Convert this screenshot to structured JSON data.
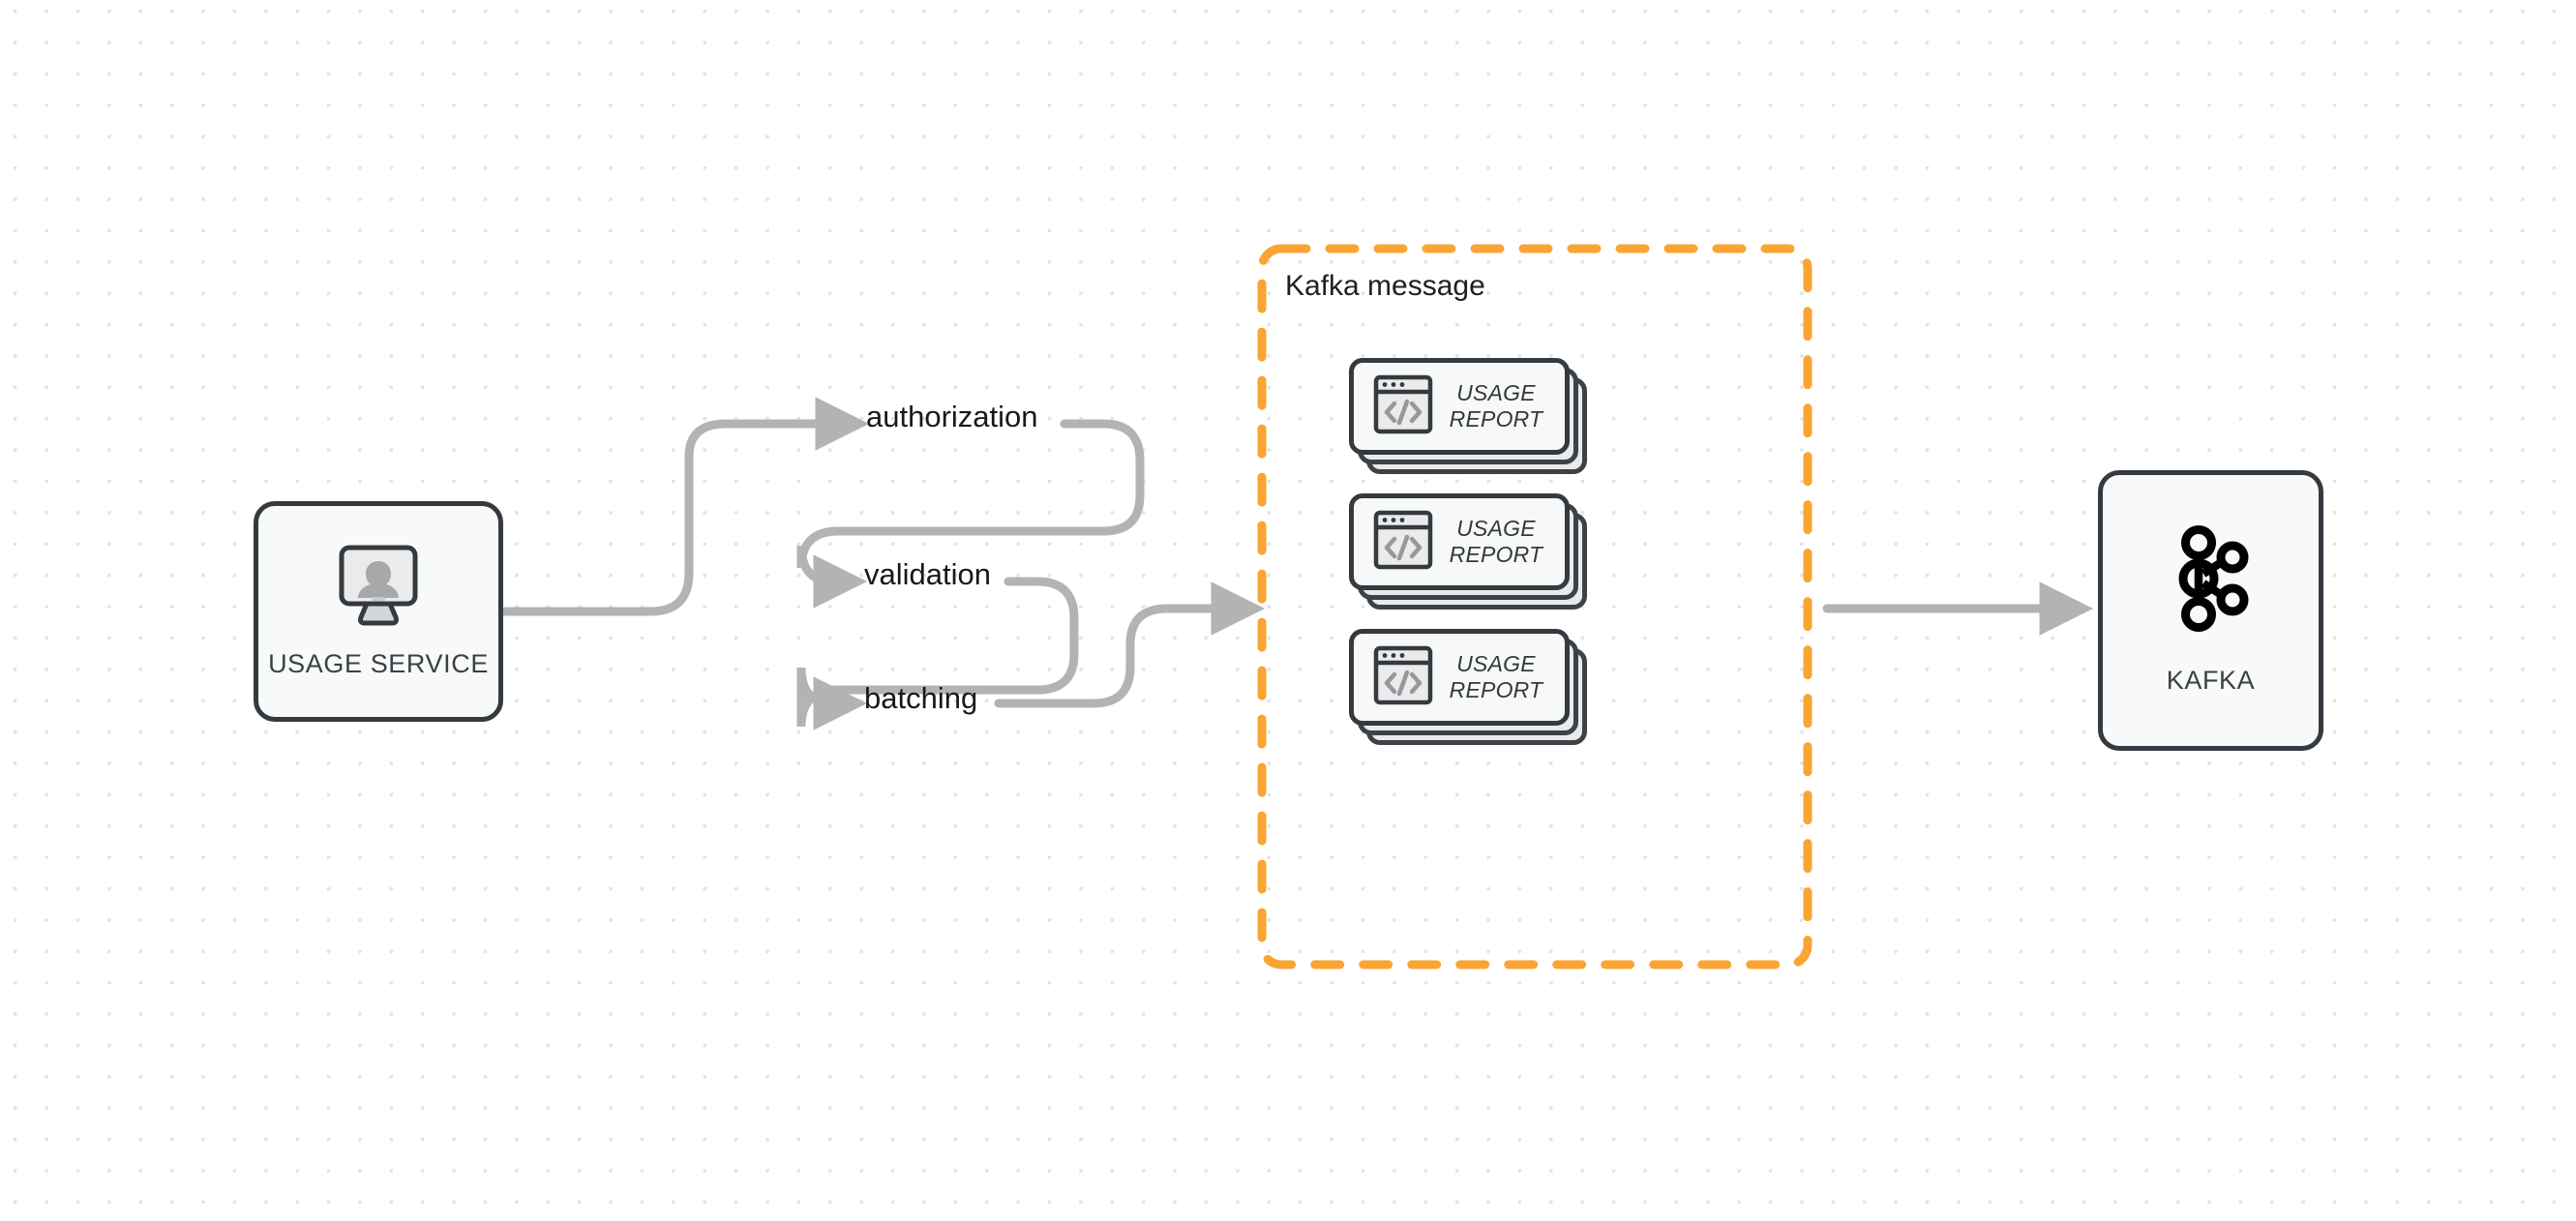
{
  "diagram": {
    "title": "Usage Service to Kafka flow",
    "background": {
      "dot_color": "#e3e3e3",
      "page_color": "#ffffff"
    },
    "accent_orange": "#faa433",
    "node_stroke": "#343a40",
    "node_fill": "#f8f9f9",
    "edge_color": "#b3b3b3"
  },
  "nodes": {
    "usage_service": {
      "label": "USAGE SERVICE",
      "icon": "monitor-user-icon"
    },
    "kafka": {
      "label": "KAFKA",
      "icon": "kafka-logo-icon"
    }
  },
  "group": {
    "title": "Kafka message",
    "border_style": "dashed",
    "border_color": "#faa433",
    "cards": [
      {
        "label": "USAGE REPORT",
        "icon": "code-window-icon"
      },
      {
        "label": "USAGE REPORT",
        "icon": "code-window-icon"
      },
      {
        "label": "USAGE REPORT",
        "icon": "code-window-icon"
      }
    ]
  },
  "edge_labels": {
    "authorization": "authorization",
    "validation": "validation",
    "batching": "batching"
  },
  "edges": [
    {
      "from": "usage-service",
      "to": "authorization",
      "arrow": true
    },
    {
      "from": "authorization",
      "to": "validation",
      "arrow": true
    },
    {
      "from": "validation",
      "to": "batching",
      "arrow": true
    },
    {
      "from": "batching",
      "to": "kafka-message",
      "arrow": true
    },
    {
      "from": "kafka-message",
      "to": "kafka",
      "arrow": true
    }
  ]
}
